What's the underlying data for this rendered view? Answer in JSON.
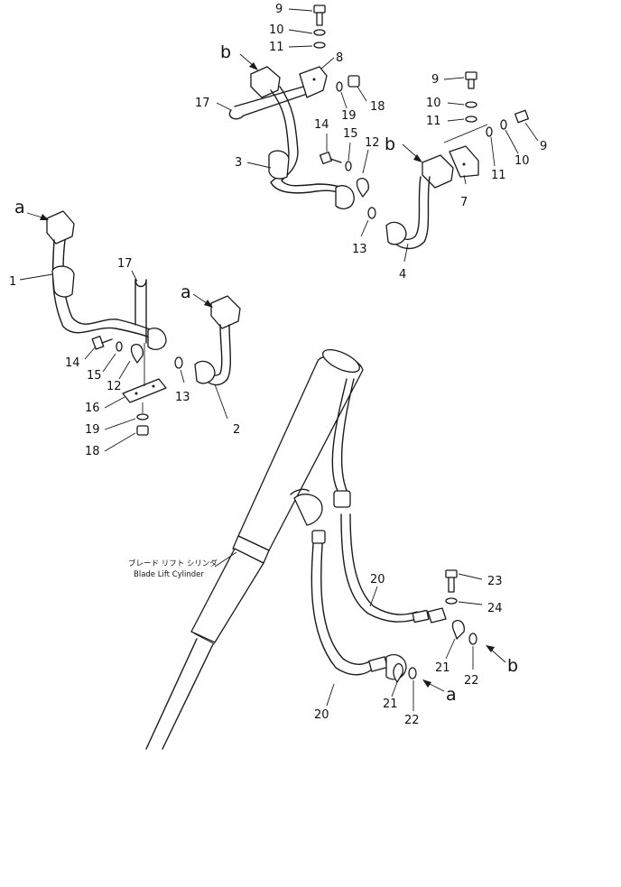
{
  "caption": {
    "japanese": "ブレード リフト シリンダ",
    "english": "Blade Lift Cylinder"
  },
  "callouts": [
    {
      "id": "c9a",
      "text": "9"
    },
    {
      "id": "c10a",
      "text": "10"
    },
    {
      "id": "c11a",
      "text": "11"
    },
    {
      "id": "cba",
      "text": "b"
    },
    {
      "id": "c8",
      "text": "8"
    },
    {
      "id": "c17a",
      "text": "17"
    },
    {
      "id": "c19a",
      "text": "19"
    },
    {
      "id": "c18a",
      "text": "18"
    },
    {
      "id": "c9b",
      "text": "9"
    },
    {
      "id": "c10b",
      "text": "10"
    },
    {
      "id": "c11b",
      "text": "11"
    },
    {
      "id": "c9c",
      "text": "9"
    },
    {
      "id": "c10c",
      "text": "10"
    },
    {
      "id": "c11c",
      "text": "11"
    },
    {
      "id": "c14a",
      "text": "14"
    },
    {
      "id": "c15a",
      "text": "15"
    },
    {
      "id": "c12a",
      "text": "12"
    },
    {
      "id": "cbb",
      "text": "b"
    },
    {
      "id": "c3",
      "text": "3"
    },
    {
      "id": "c7",
      "text": "7"
    },
    {
      "id": "c13a",
      "text": "13"
    },
    {
      "id": "c4",
      "text": "4"
    },
    {
      "id": "caa",
      "text": "a"
    },
    {
      "id": "c1",
      "text": "1"
    },
    {
      "id": "c17b",
      "text": "17"
    },
    {
      "id": "cab",
      "text": "a"
    },
    {
      "id": "c14b",
      "text": "14"
    },
    {
      "id": "c15b",
      "text": "15"
    },
    {
      "id": "c12b",
      "text": "12"
    },
    {
      "id": "c13b",
      "text": "13"
    },
    {
      "id": "c16",
      "text": "16"
    },
    {
      "id": "c2",
      "text": "2"
    },
    {
      "id": "c19b",
      "text": "19"
    },
    {
      "id": "c18b",
      "text": "18"
    },
    {
      "id": "c20a",
      "text": "20"
    },
    {
      "id": "c23",
      "text": "23"
    },
    {
      "id": "c24",
      "text": "24"
    },
    {
      "id": "c21a",
      "text": "21"
    },
    {
      "id": "cbc",
      "text": "b"
    },
    {
      "id": "c22a",
      "text": "22"
    },
    {
      "id": "c20b",
      "text": "20"
    },
    {
      "id": "c21b",
      "text": "21"
    },
    {
      "id": "cac",
      "text": "a"
    },
    {
      "id": "c22b",
      "text": "22"
    }
  ]
}
